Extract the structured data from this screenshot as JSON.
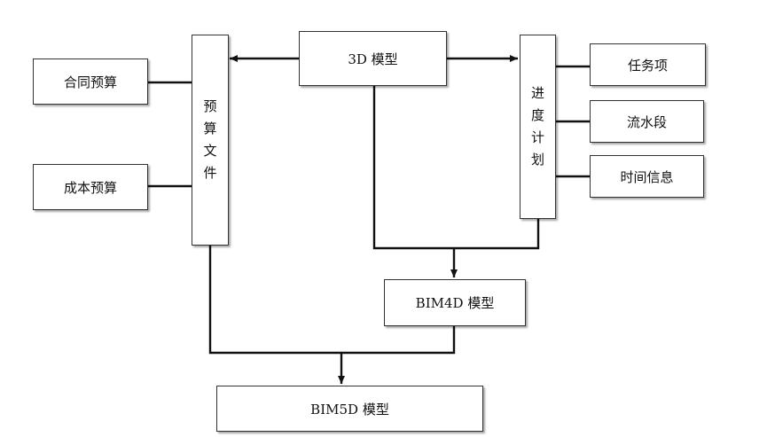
{
  "nodes": {
    "model3d": "3D 模型",
    "budget_file": [
      "预",
      "算",
      "文",
      "件"
    ],
    "schedule": [
      "进",
      "度",
      "计",
      "划"
    ],
    "contract_budget": "合同预算",
    "cost_budget": "成本预算",
    "task_item": "任务项",
    "flow_segment": "流水段",
    "time_info": "时间信息",
    "bim4d": "BIM4D 模型",
    "bim5d": "BIM5D 模型"
  },
  "colors": {
    "line": "#111111",
    "border": "#333333",
    "background": "#ffffff"
  }
}
